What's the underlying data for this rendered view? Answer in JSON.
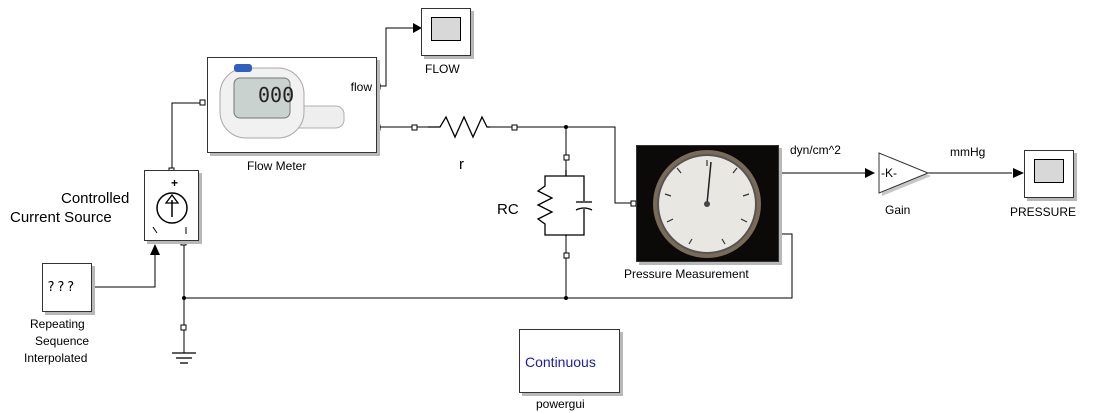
{
  "blocks": {
    "current_source": {
      "label_line1": "Controlled",
      "label_line2": "Current Source",
      "plus": "+"
    },
    "flow_meter": {
      "label": "Flow Meter",
      "port_label": "flow",
      "display_reading": "000"
    },
    "flow_scope": {
      "label": "FLOW"
    },
    "resistor": {
      "label": "r"
    },
    "rc": {
      "label": "RC"
    },
    "pressure": {
      "label": "Pressure Measurement"
    },
    "gain": {
      "label": "Gain",
      "value": "-K-"
    },
    "pressure_scope": {
      "label": "PRESSURE"
    },
    "repeating": {
      "icon_text": "???",
      "label_line1": "Repeating",
      "label_line2": "Sequence",
      "label_line3": "Interpolated"
    },
    "powergui": {
      "text": "Continuous",
      "label": "powergui"
    }
  },
  "signals": {
    "pressure_signal": "dyn/cm^2",
    "gain_output": "mmHg"
  },
  "colors": {
    "wire": "#000000",
    "block_border": "#333333",
    "shadow": "#b8b8b8",
    "powergui_text": "#1a1aa8"
  }
}
